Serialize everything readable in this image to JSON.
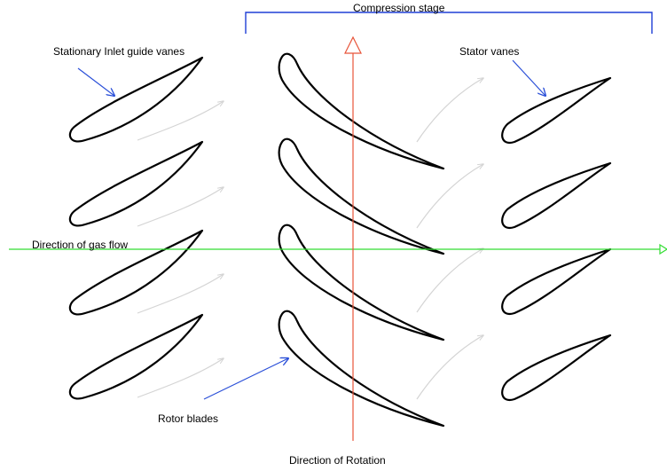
{
  "labels": {
    "compression_stage": "Compression stage",
    "inlet_guide_vanes": "Stationary Inlet guide vanes",
    "stator_vanes": "Stator vanes",
    "gas_flow": "Direction of gas flow",
    "rotor_blades": "Rotor blades",
    "rotation": "Direction of Rotation"
  },
  "colors": {
    "bracket": "#1f3fd6",
    "pointer": "#2a4fd8",
    "gas_flow_axis": "#33dd33",
    "rotation_axis": "#e8553a",
    "blade_outline": "#000000",
    "flow_arrows": "#d4d4d4"
  },
  "rows": {
    "inlet_guide_vanes": 4,
    "rotor_blades": 4,
    "stator_vanes": 4
  }
}
